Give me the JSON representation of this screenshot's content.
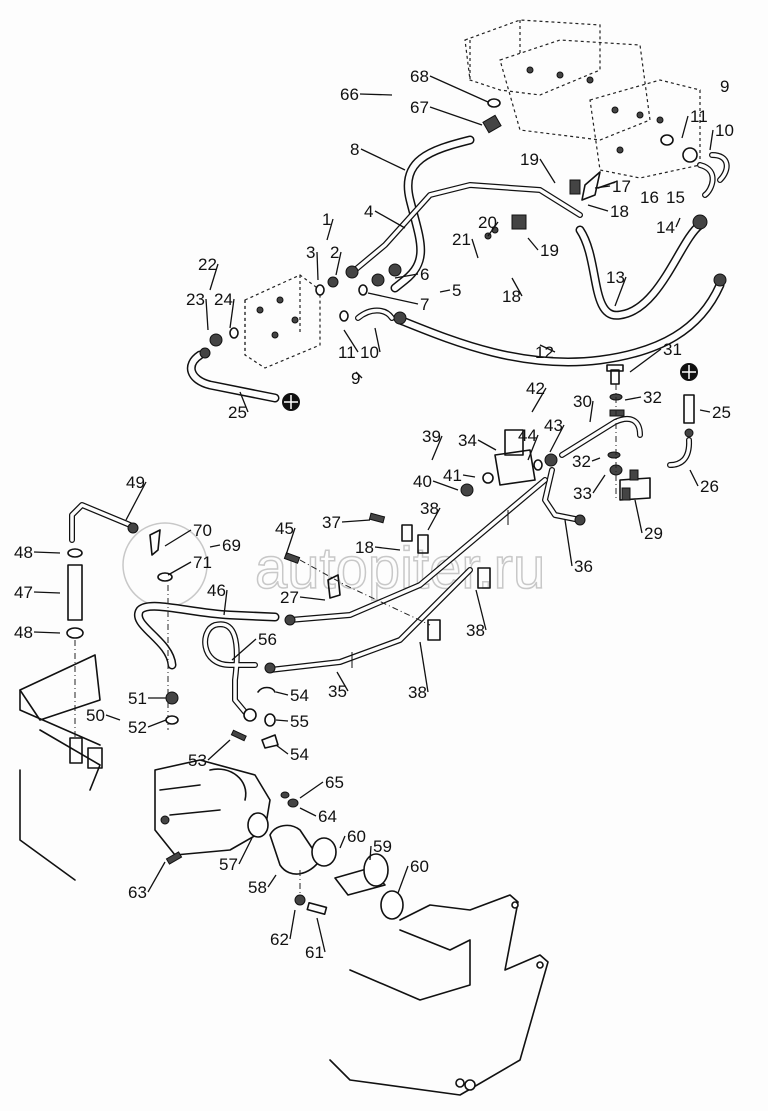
{
  "diagram": {
    "type": "exploded-parts-diagram",
    "subject": "Hydraulic hose and pipe routing with pump and control valves",
    "watermark": "autopiter.ru",
    "callouts": [
      {
        "id": "c66",
        "text": "66"
      },
      {
        "id": "c68",
        "text": "68"
      },
      {
        "id": "c67",
        "text": "67"
      },
      {
        "id": "c9a",
        "text": "9"
      },
      {
        "id": "c11a",
        "text": "11"
      },
      {
        "id": "c10a",
        "text": "10"
      },
      {
        "id": "c8",
        "text": "8"
      },
      {
        "id": "c19a",
        "text": "19"
      },
      {
        "id": "c17",
        "text": "17"
      },
      {
        "id": "c18a",
        "text": "18"
      },
      {
        "id": "c16",
        "text": "16"
      },
      {
        "id": "c15",
        "text": "15"
      },
      {
        "id": "c14",
        "text": "14"
      },
      {
        "id": "c4",
        "text": "4"
      },
      {
        "id": "c20",
        "text": "20"
      },
      {
        "id": "c21",
        "text": "21"
      },
      {
        "id": "c1",
        "text": "1"
      },
      {
        "id": "c3",
        "text": "3"
      },
      {
        "id": "c2",
        "text": "2"
      },
      {
        "id": "c18b",
        "text": "18"
      },
      {
        "id": "c19b",
        "text": "19"
      },
      {
        "id": "c22",
        "text": "22"
      },
      {
        "id": "c23",
        "text": "23"
      },
      {
        "id": "c24",
        "text": "24"
      },
      {
        "id": "c6",
        "text": "6"
      },
      {
        "id": "c5",
        "text": "5"
      },
      {
        "id": "c7",
        "text": "7"
      },
      {
        "id": "c13",
        "text": "13"
      },
      {
        "id": "c11b",
        "text": "11"
      },
      {
        "id": "c10b",
        "text": "10"
      },
      {
        "id": "c9b",
        "text": "9"
      },
      {
        "id": "c12",
        "text": "12"
      },
      {
        "id": "c25a",
        "text": "25"
      },
      {
        "id": "c31",
        "text": "31"
      },
      {
        "id": "c42",
        "text": "42"
      },
      {
        "id": "c32a",
        "text": "32"
      },
      {
        "id": "c25b",
        "text": "25"
      },
      {
        "id": "c30",
        "text": "30"
      },
      {
        "id": "c39",
        "text": "39"
      },
      {
        "id": "c34",
        "text": "34"
      },
      {
        "id": "c44",
        "text": "44"
      },
      {
        "id": "c43",
        "text": "43"
      },
      {
        "id": "c32b",
        "text": "32"
      },
      {
        "id": "c40",
        "text": "40"
      },
      {
        "id": "c41",
        "text": "41"
      },
      {
        "id": "c33",
        "text": "33"
      },
      {
        "id": "c26",
        "text": "26"
      },
      {
        "id": "c49",
        "text": "49"
      },
      {
        "id": "c38a",
        "text": "38"
      },
      {
        "id": "c29",
        "text": "29"
      },
      {
        "id": "c37",
        "text": "37"
      },
      {
        "id": "c45",
        "text": "45"
      },
      {
        "id": "c70",
        "text": "70"
      },
      {
        "id": "c48a",
        "text": "48"
      },
      {
        "id": "c69",
        "text": "69"
      },
      {
        "id": "c18c",
        "text": "18"
      },
      {
        "id": "c71",
        "text": "71"
      },
      {
        "id": "c36",
        "text": "36"
      },
      {
        "id": "c47",
        "text": "47"
      },
      {
        "id": "c27",
        "text": "27"
      },
      {
        "id": "c46",
        "text": "46"
      },
      {
        "id": "c38b",
        "text": "38"
      },
      {
        "id": "c48b",
        "text": "48"
      },
      {
        "id": "c56",
        "text": "56"
      },
      {
        "id": "c38c",
        "text": "38"
      },
      {
        "id": "c35",
        "text": "35"
      },
      {
        "id": "c51",
        "text": "51"
      },
      {
        "id": "c54a",
        "text": "54"
      },
      {
        "id": "c50",
        "text": "50"
      },
      {
        "id": "c52",
        "text": "52"
      },
      {
        "id": "c55",
        "text": "55"
      },
      {
        "id": "c53",
        "text": "53"
      },
      {
        "id": "c54b",
        "text": "54"
      },
      {
        "id": "c65",
        "text": "65"
      },
      {
        "id": "c64",
        "text": "64"
      },
      {
        "id": "c60a",
        "text": "60"
      },
      {
        "id": "c59",
        "text": "59"
      },
      {
        "id": "c57",
        "text": "57"
      },
      {
        "id": "c60b",
        "text": "60"
      },
      {
        "id": "c58",
        "text": "58"
      },
      {
        "id": "c63",
        "text": "63"
      },
      {
        "id": "c62",
        "text": "62"
      },
      {
        "id": "c61",
        "text": "61"
      }
    ]
  }
}
